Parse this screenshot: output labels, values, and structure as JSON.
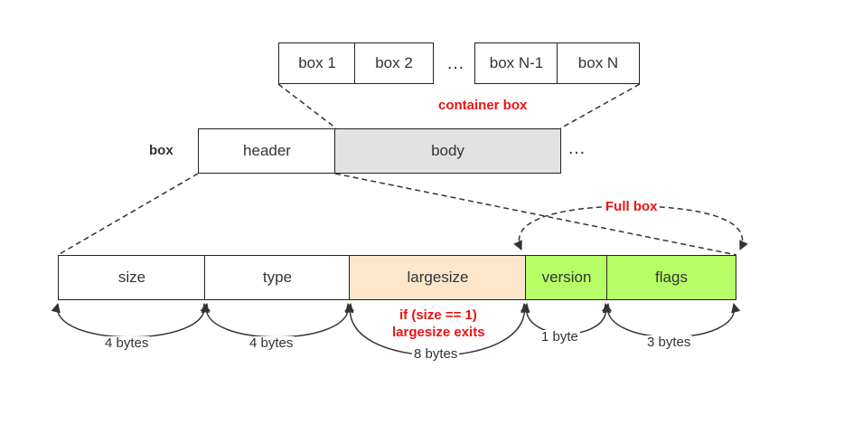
{
  "top_row": {
    "box1": "box 1",
    "box2": "box 2",
    "ellipsis": "…",
    "boxn1": "box N-1",
    "boxn": "box N"
  },
  "container_label": "container box",
  "middle_row": {
    "box_label": "box",
    "header": "header",
    "body": "body",
    "ellipsis": "…"
  },
  "full_box_label": "Full box",
  "fields": {
    "size": "size",
    "type": "type",
    "largesize": "largesize",
    "version": "version",
    "flags": "flags"
  },
  "byte_labels": {
    "size": "4 bytes",
    "type": "4 bytes",
    "largesize": "8 bytes",
    "version": "1 byte",
    "flags": "3 bytes"
  },
  "largesize_note": {
    "line1": "if (size == 1)",
    "line2": "largesize exits"
  },
  "colors": {
    "body_fill": "#e2e2e2",
    "largesize_fill": "#fde6cc",
    "fullbox_fill": "#b6ff66",
    "annotation_red": "#ee1111",
    "outline": "#222222"
  }
}
